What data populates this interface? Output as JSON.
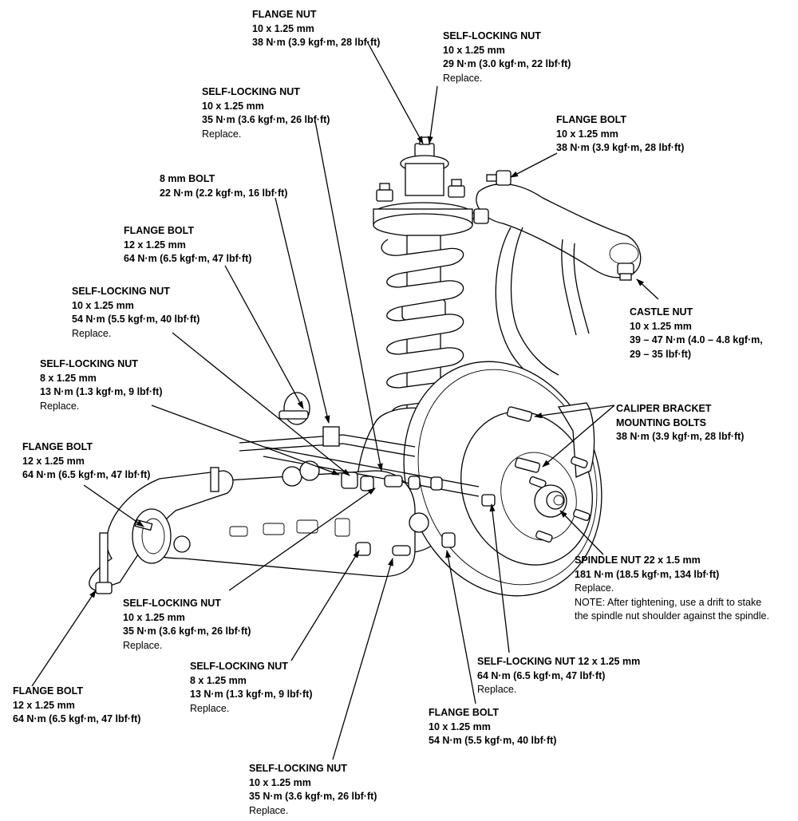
{
  "diagram": {
    "subject": "Rear suspension torque specifications",
    "callouts": [
      {
        "id": "flange-nut-top",
        "lines": [
          "FLANGE NUT",
          "10 x 1.25 mm",
          "38 N·m (3.9 kgf·m, 28 lbf·ft)"
        ],
        "note": null
      },
      {
        "id": "self-locking-nut-top",
        "lines": [
          "SELF-LOCKING NUT",
          "10 x 1.25 mm",
          "29 N·m (3.0 kgf·m, 22 lbf·ft)"
        ],
        "note": "Replace."
      },
      {
        "id": "self-locking-nut-upper-left",
        "lines": [
          "SELF-LOCKING NUT",
          "10 x 1.25 mm",
          "35 N·m (3.6 kgf·m, 26 lbf·ft)"
        ],
        "note": "Replace."
      },
      {
        "id": "flange-bolt-upper-arm",
        "lines": [
          "FLANGE BOLT",
          "10 x 1.25 mm",
          "38 N·m (3.9 kgf·m, 28 lbf·ft)"
        ],
        "note": null
      },
      {
        "id": "8mm-bolt",
        "lines": [
          "8 mm BOLT",
          "22 N·m (2.2 kgf·m, 16 lbf·ft)"
        ],
        "note": null
      },
      {
        "id": "flange-bolt-12-upper",
        "lines": [
          "FLANGE BOLT",
          "12 x 1.25 mm",
          "64 N·m (6.5 kgf·m, 47 lbf·ft)"
        ],
        "note": null
      },
      {
        "id": "self-locking-nut-54",
        "lines": [
          "SELF-LOCKING NUT",
          "10 x 1.25 mm",
          "54 N·m (5.5 kgf·m, 40 lbf·ft)"
        ],
        "note": "Replace."
      },
      {
        "id": "castle-nut",
        "lines": [
          "CASTLE NUT",
          "10 x 1.25 mm",
          "39 – 47 N·m (4.0 – 4.8 kgf·m,",
          "29 – 35 lbf·ft)"
        ],
        "note": null
      },
      {
        "id": "self-locking-nut-8-upper",
        "lines": [
          "SELF-LOCKING NUT",
          "8 x 1.25 mm",
          "13 N·m (1.3 kgf·m, 9 lbf·ft)"
        ],
        "note": "Replace."
      },
      {
        "id": "caliper-bracket-bolts",
        "lines": [
          "CALIPER BRACKET",
          "MOUNTING BOLTS",
          "38 N·m (3.9 kgf·m, 28 lbf·ft)"
        ],
        "note": null
      },
      {
        "id": "flange-bolt-12-left",
        "lines": [
          "FLANGE BOLT",
          "12 x 1.25 mm",
          "64 N·m (6.5 kgf·m, 47 lbf·ft)"
        ],
        "note": null
      },
      {
        "id": "spindle-nut",
        "lines": [
          "SPINDLE NUT 22 x 1.5 mm",
          "181 N·m (18.5 kgf·m, 134 lbf·ft)"
        ],
        "note": "Replace.",
        "extra": "NOTE:  After tightening, use a drift to stake the spindle nut shoulder against the spindle."
      },
      {
        "id": "self-locking-nut-lower-left",
        "lines": [
          "SELF-LOCKING NUT",
          "10 x 1.25 mm",
          "35 N·m (3.6 kgf·m, 26 lbf·ft)"
        ],
        "note": "Replace."
      },
      {
        "id": "self-locking-nut-12",
        "lines": [
          "SELF-LOCKING NUT 12 x 1.25 mm",
          "64 N·m (6.5 kgf·m, 47 lbf·ft)"
        ],
        "note": "Replace."
      },
      {
        "id": "self-locking-nut-8-lower",
        "lines": [
          "SELF-LOCKING NUT",
          "8 x 1.25 mm",
          "13 N·m (1.3 kgf·m, 9 lbf·ft)"
        ],
        "note": "Replace."
      },
      {
        "id": "flange-bolt-bottom-left",
        "lines": [
          "FLANGE BOLT",
          "12 x 1.25 mm",
          "64 N·m (6.5 kgf·m, 47 lbf·ft)"
        ],
        "note": null
      },
      {
        "id": "flange-bolt-10-bottom",
        "lines": [
          "FLANGE BOLT",
          "10 x 1.25 mm",
          "54 N·m (5.5 kgf·m, 40 lbf·ft)"
        ],
        "note": null
      },
      {
        "id": "self-locking-nut-bottom",
        "lines": [
          "SELF-LOCKING NUT",
          "10 x 1.25 mm",
          "35 N·m (3.6 kgf·m, 26 lbf·ft)"
        ],
        "note": "Replace."
      }
    ]
  }
}
